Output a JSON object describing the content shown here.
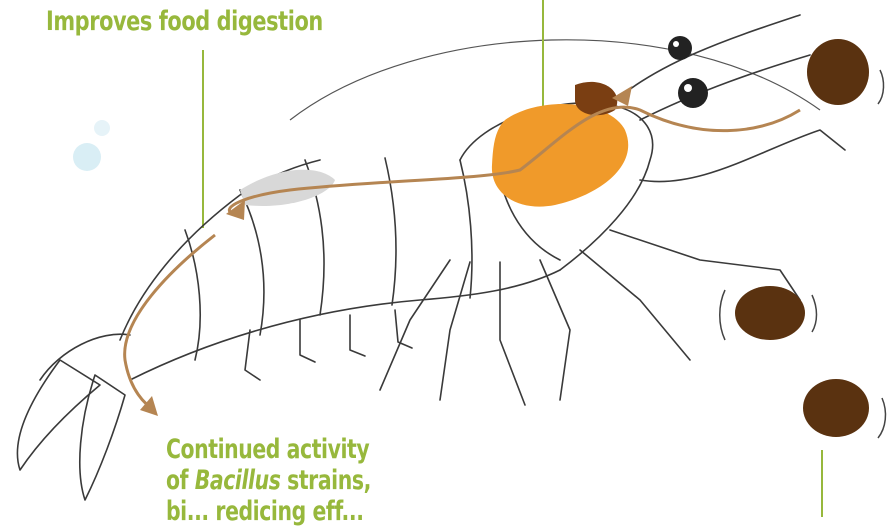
{
  "labels": {
    "improves_digestion": "Improves food digestion",
    "continued_line1": "Continued activity",
    "continued_line2_prefix": "of ",
    "continued_line2_italic": "Bacillus",
    "continued_line2_suffix": " strains,",
    "continued_line3_partial": "bi... redicing eff..."
  },
  "colors": {
    "label_green": "#97b83c",
    "outline": "#3a3a3a",
    "stomach": "#f09a2a",
    "feed_pellet": "#5a3210",
    "flow_arrow": "#b58552",
    "bubble": "#d9eef5"
  },
  "icons": {
    "flow_arrow": "arrow",
    "feed_pellet": "pellet"
  }
}
